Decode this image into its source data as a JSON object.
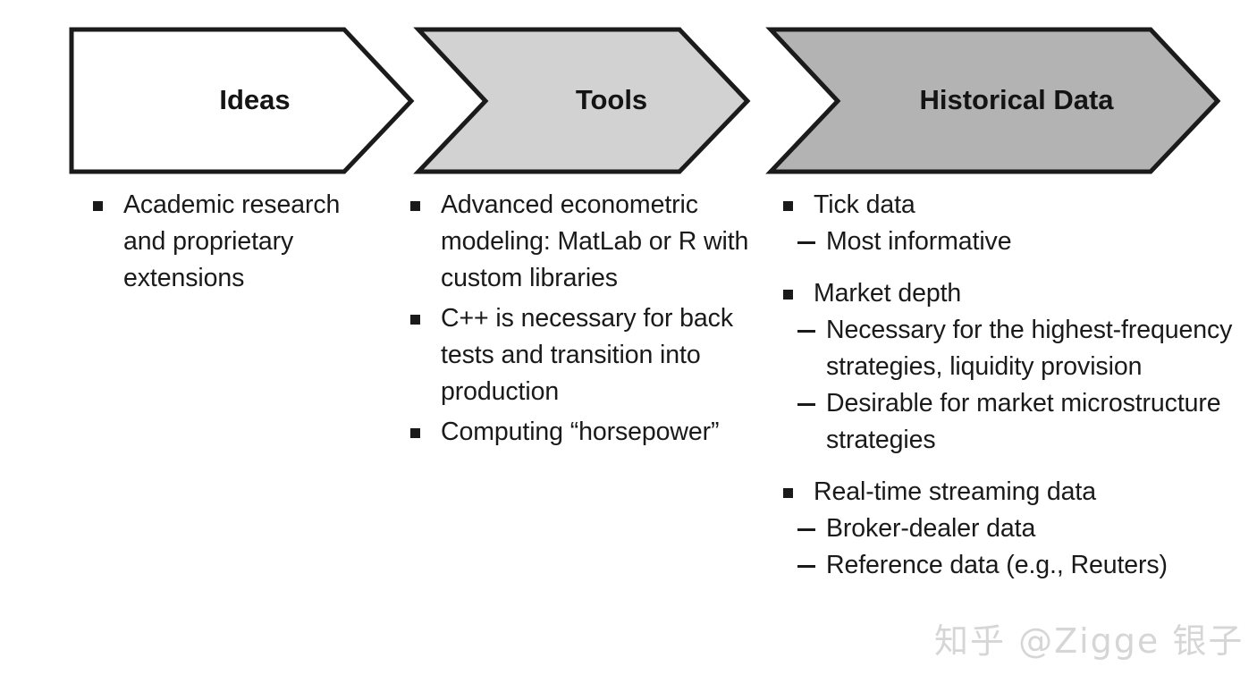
{
  "diagram": {
    "type": "chevron-process",
    "stages": [
      {
        "label": "Ideas",
        "fill": "#ffffff",
        "stroke": "#1b1b1b"
      },
      {
        "label": "Tools",
        "fill": "#d2d2d2",
        "stroke": "#1b1b1b"
      },
      {
        "label": "Historical Data",
        "fill": "#b3b3b3",
        "stroke": "#1b1b1b"
      }
    ]
  },
  "columns": [
    {
      "stage": "Ideas",
      "bullets": [
        {
          "text": "Academic research and proprietary extensions",
          "sub": []
        }
      ]
    },
    {
      "stage": "Tools",
      "bullets": [
        {
          "text": "Advanced econometric modeling: MatLab or R with custom libraries",
          "sub": []
        },
        {
          "text": "C++ is necessary for back tests and transition into production",
          "sub": []
        },
        {
          "text": "Computing “horsepower”",
          "sub": []
        }
      ]
    },
    {
      "stage": "Historical Data",
      "bullets": [
        {
          "text": "Tick data",
          "sub": [
            "Most informative"
          ]
        },
        {
          "text": "Market depth",
          "sub": [
            "Necessary for the highest-frequency strategies, liquidity provision",
            "Desirable for market microstructure strategies"
          ]
        },
        {
          "text": "Real-time streaming data",
          "sub": [
            "Broker-dealer data",
            "Reference data (e.g., Reuters)"
          ]
        }
      ]
    }
  ],
  "watermark": {
    "text": "知乎 @Zigge 银子"
  }
}
